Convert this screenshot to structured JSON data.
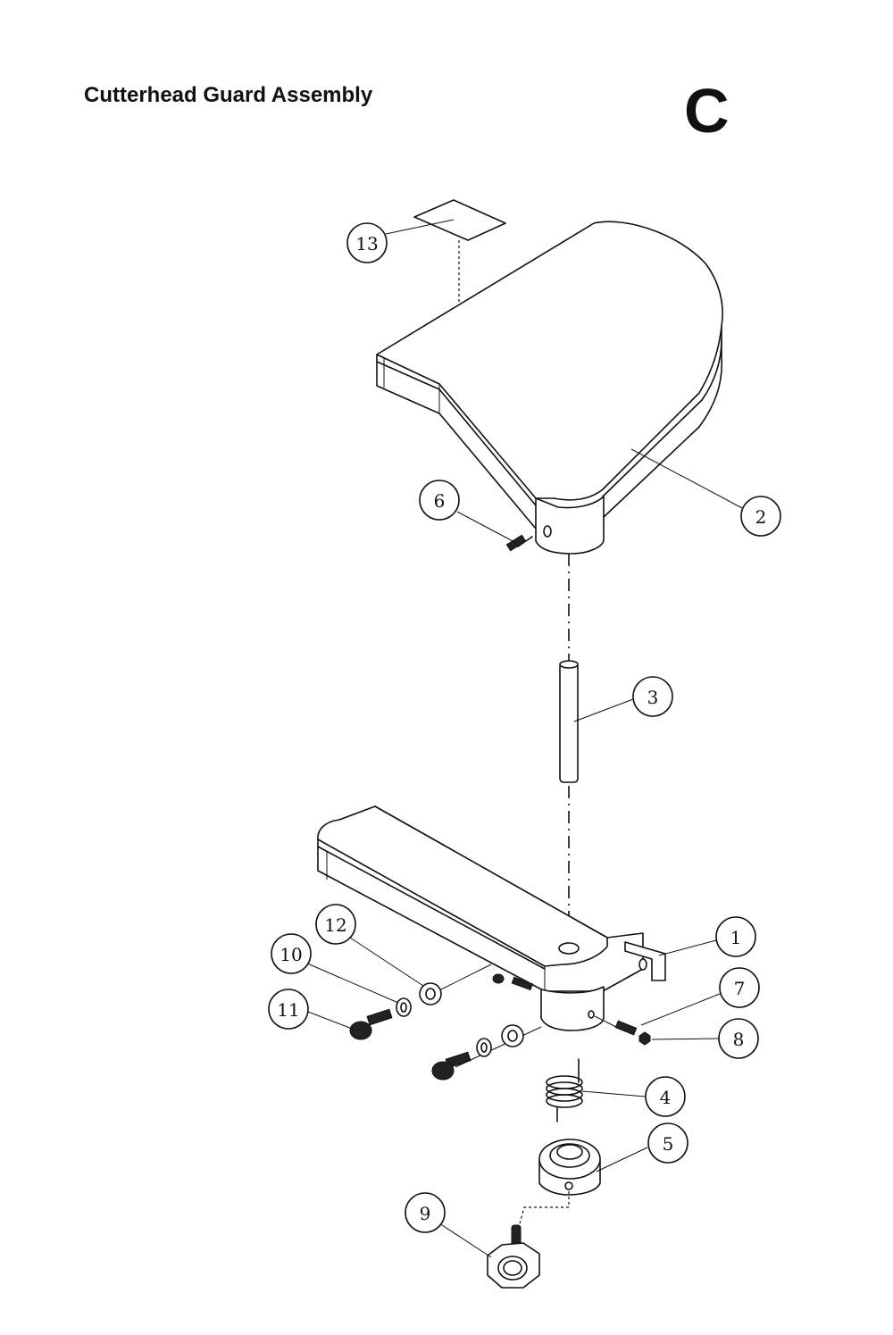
{
  "header": {
    "title": "Cutterhead Guard Assembly",
    "section": "C"
  },
  "callouts": {
    "c1": "1",
    "c2": "2",
    "c3": "3",
    "c4": "4",
    "c5": "5",
    "c6": "6",
    "c7": "7",
    "c8": "8",
    "c9": "9",
    "c10": "10",
    "c11": "11",
    "c12": "12",
    "c13": "13"
  }
}
